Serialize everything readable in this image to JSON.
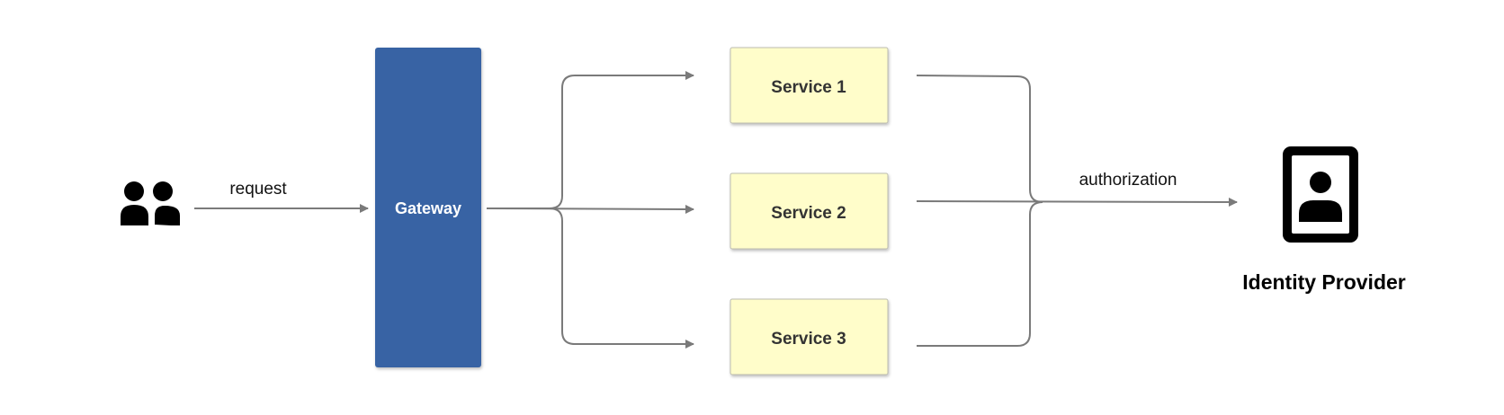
{
  "diagram": {
    "users_icon": "users-icon",
    "request_label": "request",
    "gateway_label": "Gateway",
    "services": [
      {
        "label": "Service 1"
      },
      {
        "label": "Service 2"
      },
      {
        "label": "Service 3"
      }
    ],
    "authorization_label": "authorization",
    "identity_provider_icon": "identity-card-icon",
    "identity_provider_label": "Identity Provider",
    "colors": {
      "gateway_fill": "#3763A4",
      "service_fill": "#FFFDCA",
      "service_border": "#BDBDB0",
      "connector": "#7A7A7A",
      "icon": "#000000"
    }
  }
}
